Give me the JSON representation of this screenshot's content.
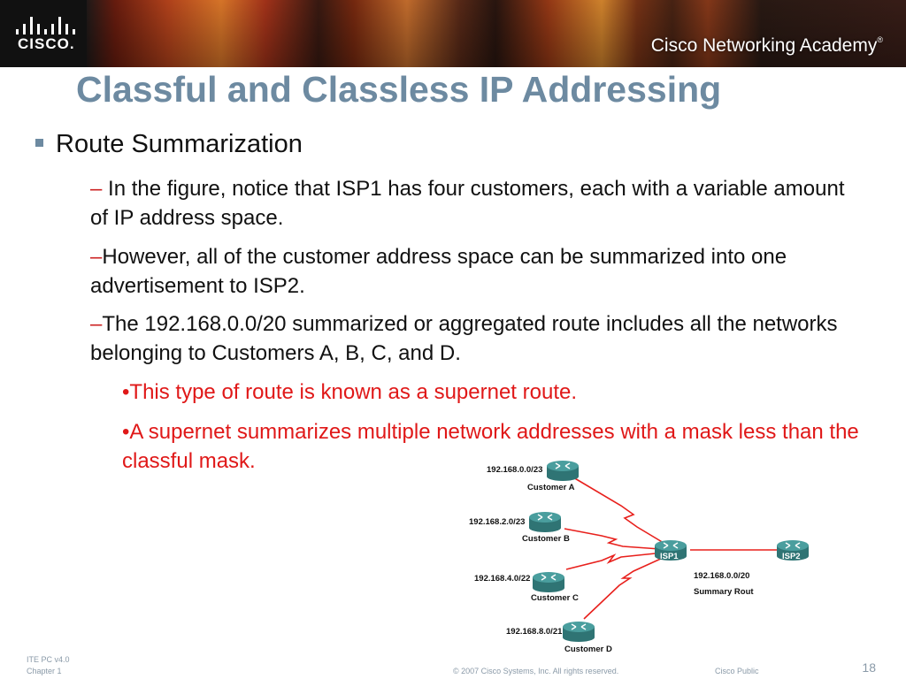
{
  "header": {
    "logo_text": "CISCO.",
    "academy_text": "Cisco Networking Academy",
    "academy_mark": "®"
  },
  "slide": {
    "title": "Classful and Classless IP Addressing",
    "level1": "Route Summarization",
    "dash_glyph": "–",
    "items": [
      {
        "text": " In the figure, notice that ISP1 has four customers, each with a variable amount of IP address space."
      },
      {
        "text": "However, all of the customer address space can be summarized into one advertisement to ISP2."
      },
      {
        "text": "The 192.168.0.0/20 summarized or aggregated route includes all the networks belonging to Customers A, B, C, and D."
      }
    ],
    "sub_items": [
      {
        "bullet": "•",
        "text": "This type of route is known as a supernet route."
      },
      {
        "bullet": "•",
        "text": "A supernet summarizes multiple network addresses with a mask less than the classful mask."
      }
    ]
  },
  "diagram": {
    "customers": [
      {
        "network": "192.168.0.0/23",
        "name": "Customer A"
      },
      {
        "network": "192.168.2.0/23",
        "name": "Customer B"
      },
      {
        "network": "192.168.4.0/22",
        "name": "Customer C"
      },
      {
        "network": "192.168.8.0/21",
        "name": "Customer D"
      }
    ],
    "isp1": "ISP1",
    "isp2": "ISP2",
    "summary_network": "192.168.0.0/20",
    "summary_label": "Summary Rout",
    "link_color": "#e8201c",
    "router_color": "#3f8f8f"
  },
  "footer": {
    "version": "ITE PC v4.0",
    "chapter": "Chapter 1",
    "copyright": "© 2007 Cisco Systems, Inc. All rights reserved.",
    "classification": "Cisco Public",
    "page": "18"
  }
}
